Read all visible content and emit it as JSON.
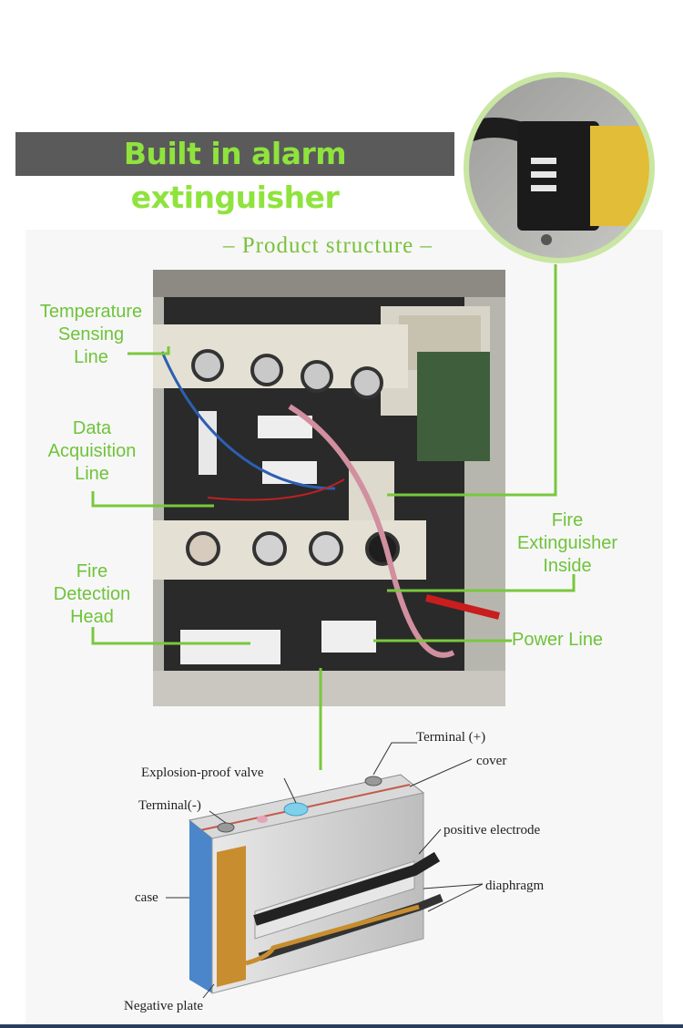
{
  "banner": {
    "title": "Built in alarm extinguisher"
  },
  "section": {
    "title": "– Product structure –"
  },
  "callouts": {
    "temperature": "Temperature Sensing Line",
    "data_acquisition": "Data Acquisition Line",
    "fire_detection": "Fire Detection Head",
    "fire_extinguisher": "Fire Extinguisher Inside",
    "power_line": "Power Line"
  },
  "callout_lines": {
    "temperature": [
      "Temperature",
      "Sensing",
      "Line"
    ],
    "data_acquisition": [
      "Data",
      "Acquisition",
      "Line"
    ],
    "fire_detection": [
      "Fire",
      "Detection",
      "Head"
    ],
    "fire_extinguisher": [
      "Fire",
      "Extinguisher",
      "Inside"
    ]
  },
  "cell_diagram": {
    "terminal_pos": "Terminal (+)",
    "cover": "cover",
    "explosion_valve": "Explosion-proof valve",
    "terminal_neg": "Terminal(-)",
    "positive_electrode": "positive electrode",
    "case": "case",
    "diaphragm": "diaphragm",
    "negative_plate": "Negative plate"
  },
  "colors": {
    "accent_green": "#6fc33a",
    "banner_bg": "#5a5a5a",
    "banner_text": "#8fe33d",
    "line_green": "#78c83c"
  }
}
